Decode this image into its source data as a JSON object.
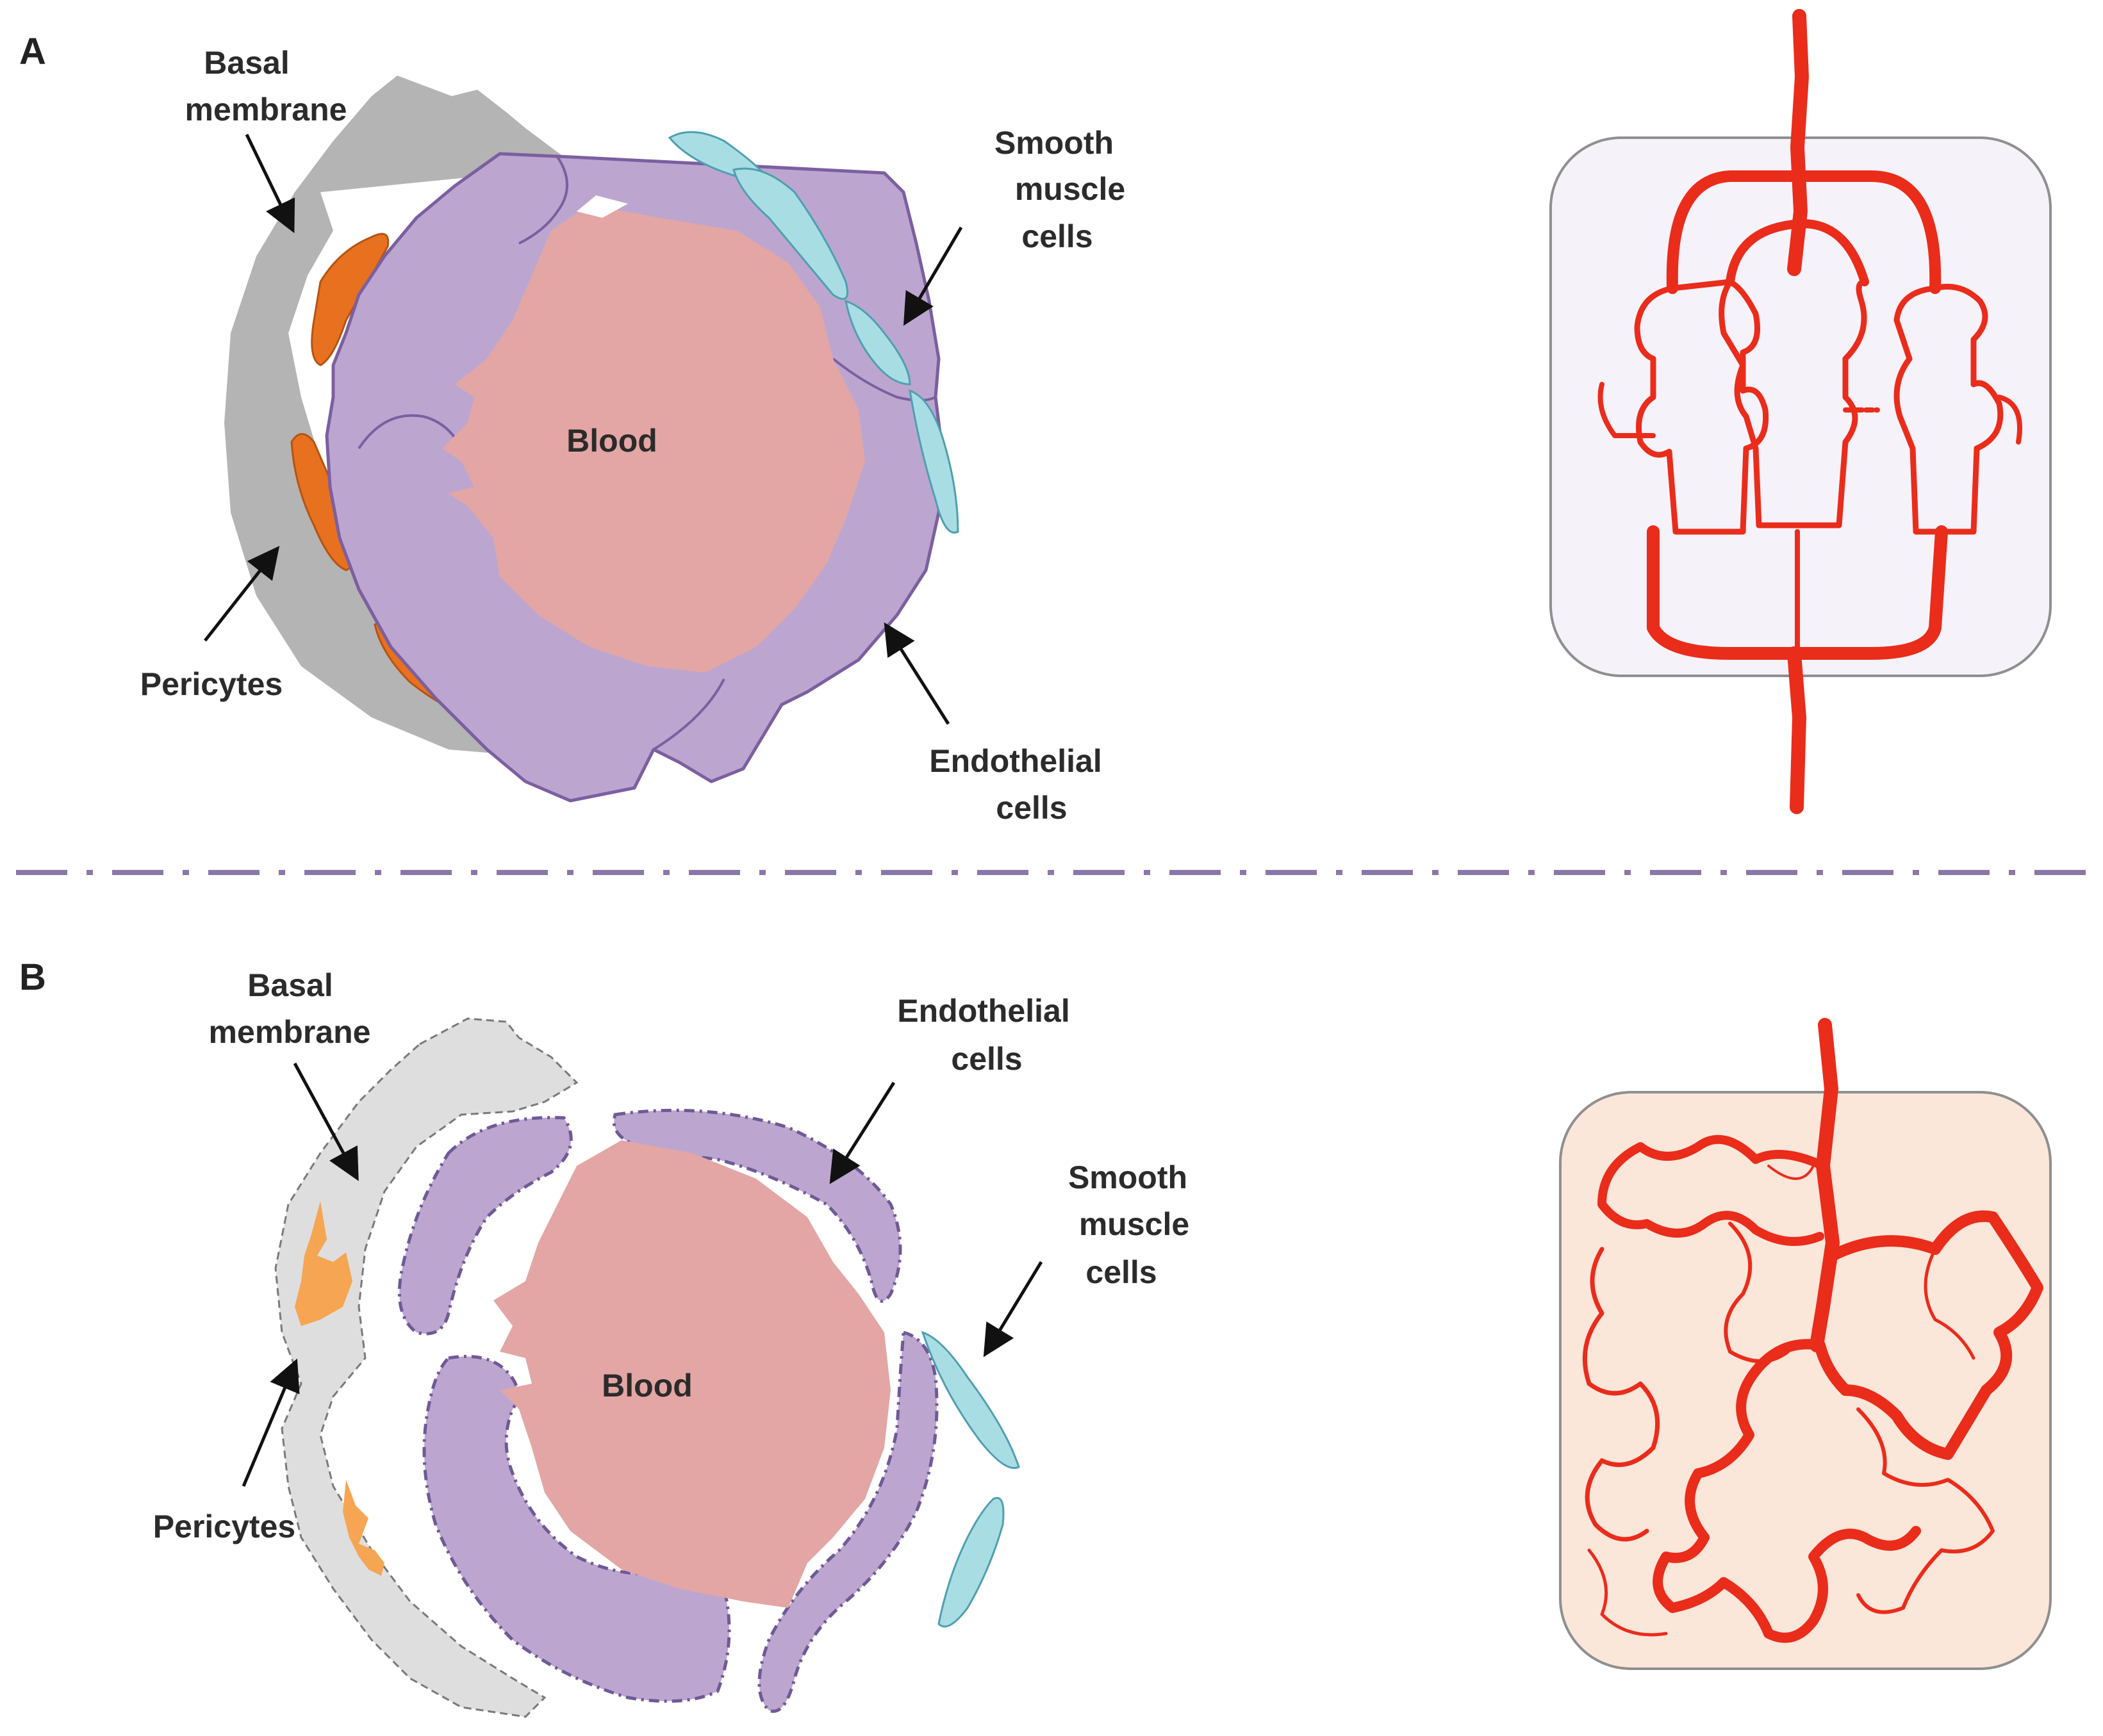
{
  "colors": {
    "basal_normal": "#b4b4b4",
    "basal_tumor": "#dedede",
    "pericyte_normal": "#e8711f",
    "pericyte_tumor": "#f6a552",
    "endothelial": "#bca6d0",
    "endothelial_stroke_normal": "#7b5fa0",
    "endothelial_stroke_tumor": "#6e5a96",
    "blood": "#e3a6a4",
    "smooth_muscle": "#a9dde4",
    "vessel_red": "#ea2c1b",
    "box_normal_fill": "#f6f2fa",
    "box_tumor_fill": "#fbe6da",
    "divider": "#8a78a8"
  },
  "panel_a": {
    "letter": "A",
    "basal_membrane_label": [
      "Basal",
      "membrane"
    ],
    "smooth_muscle_label": [
      "Smooth",
      "muscle",
      "cells"
    ],
    "blood_label": "Blood",
    "pericytes_label": "Pericytes",
    "endothelial_label": [
      "Endothelial",
      "cells"
    ]
  },
  "panel_b": {
    "letter": "B",
    "basal_membrane_label": [
      "Basal",
      "membrane"
    ],
    "endothelial_label": [
      "Endothelial",
      "cells"
    ],
    "smooth_muscle_label": [
      "Smooth",
      "muscle",
      "cells"
    ],
    "blood_label": "Blood",
    "pericytes_label": "Pericytes"
  }
}
